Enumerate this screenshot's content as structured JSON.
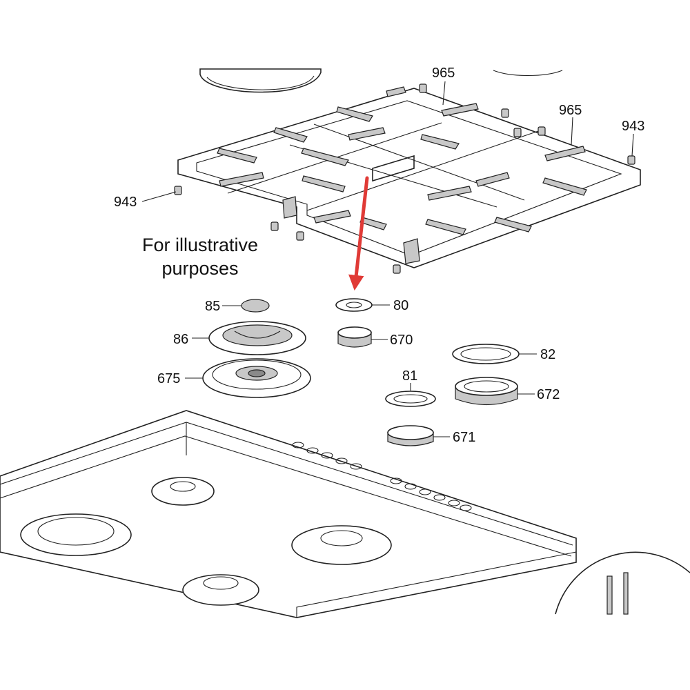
{
  "note": {
    "line1": "For illustrative",
    "line2": "purposes"
  },
  "callouts": {
    "grate_top": "965",
    "grate_right": "965",
    "foot_right": "943",
    "foot_left": "943",
    "cap_85": "85",
    "head_86": "86",
    "burner_675": "675",
    "cap_80": "80",
    "burner_670": "670",
    "ring_82": "82",
    "ring_81": "81",
    "burner_672": "672",
    "burner_671": "671"
  },
  "colors": {
    "highlight_arrow": "#e03a36",
    "line": "#222222"
  }
}
